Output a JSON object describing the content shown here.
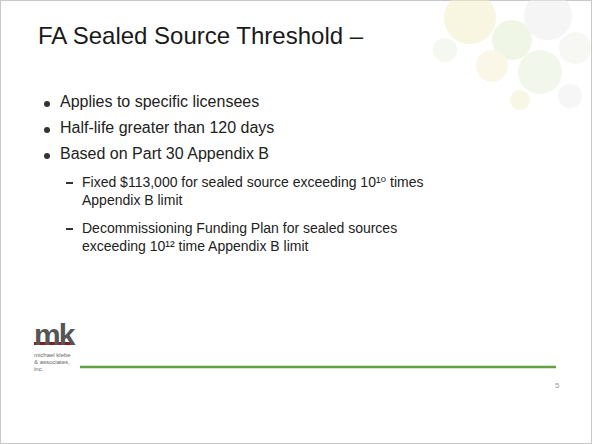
{
  "diagram": {
    "title": "FA Sealed Source Threshold –",
    "labels": [
      "Applies to specific licensees",
      "Half-life greater than 120 days",
      "Based on Part 30 Appendix B",
      "Fixed $113,000 for sealed source exceeding 10¹⁰ times Appendix B limit",
      "Decommissioning Funding Plan for sealed sources exceeding 10¹² time Appendix B limit",
      "mk",
      "michael klebe & associates, inc.",
      "5"
    ]
  }
}
